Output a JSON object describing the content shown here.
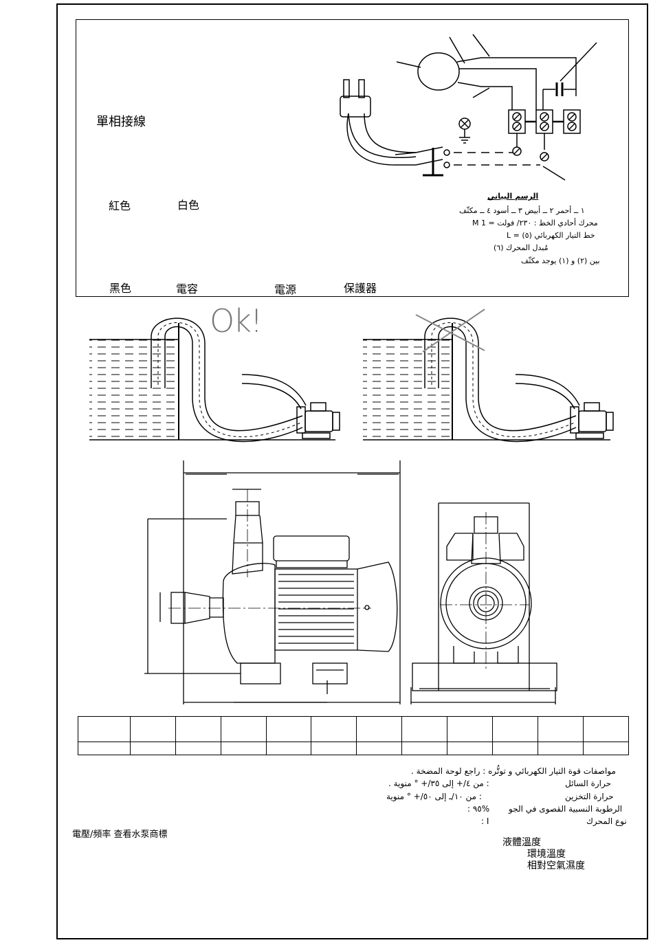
{
  "wiring": {
    "title": "單相接線",
    "label_red": "紅色",
    "label_white": "白色",
    "label_black": "黑色",
    "label_capacitor": "電容",
    "label_power": "電源",
    "label_protector": "保護器"
  },
  "legend_ar": {
    "heading": "الرسم البياني",
    "line1": "١ ــ أحمر  ٢ ــ أبيض  ٣ ــ أسود  ٤ ــ مكثّف",
    "line2": "M 1 = محرك أحادي الخط  : ٢٣٠/ فولت",
    "line3": "L = خط التيار الكهربائي   (٥)",
    "line4": "مُبدل المحرك   (٦)",
    "line5": "بين (٢) و (١) يوجد مكثّف"
  },
  "install": {
    "ok_label": "Ok!"
  },
  "spec_ar": {
    "line1": "مواصفات قوة التيار الكهربائي و توتُّره : راجع لوحة المضخة .",
    "line2_label": "حرارة السائل",
    "line2_value": ": من ٤/+ إلى ٣٥/+ ° منوية .",
    "line3_label": "حرارة التخزين",
    "line3_value": ": من ١٠/ـ إلى ٥٠/+ ° منوية",
    "line4_label": "الرطوبة النسبية القصوى في الجو",
    "line4_value": ": ٩٥%",
    "line5_label": "نوع المحرك",
    "line5_value": ": I"
  },
  "spec_zh": {
    "voltage": "電壓/頻率  查看水泵商標",
    "liquid_temp": "液體溫度",
    "ambient_temp": "環境溫度",
    "humidity": "相對空氣濕度"
  },
  "table": {
    "columns": 12,
    "rows": [
      [
        "",
        "",
        "",
        "",
        "",
        "",
        "",
        "",
        "",
        "",
        "",
        ""
      ],
      [
        "",
        "",
        "",
        "",
        "",
        "",
        "",
        "",
        "",
        "",
        "",
        ""
      ]
    ]
  }
}
